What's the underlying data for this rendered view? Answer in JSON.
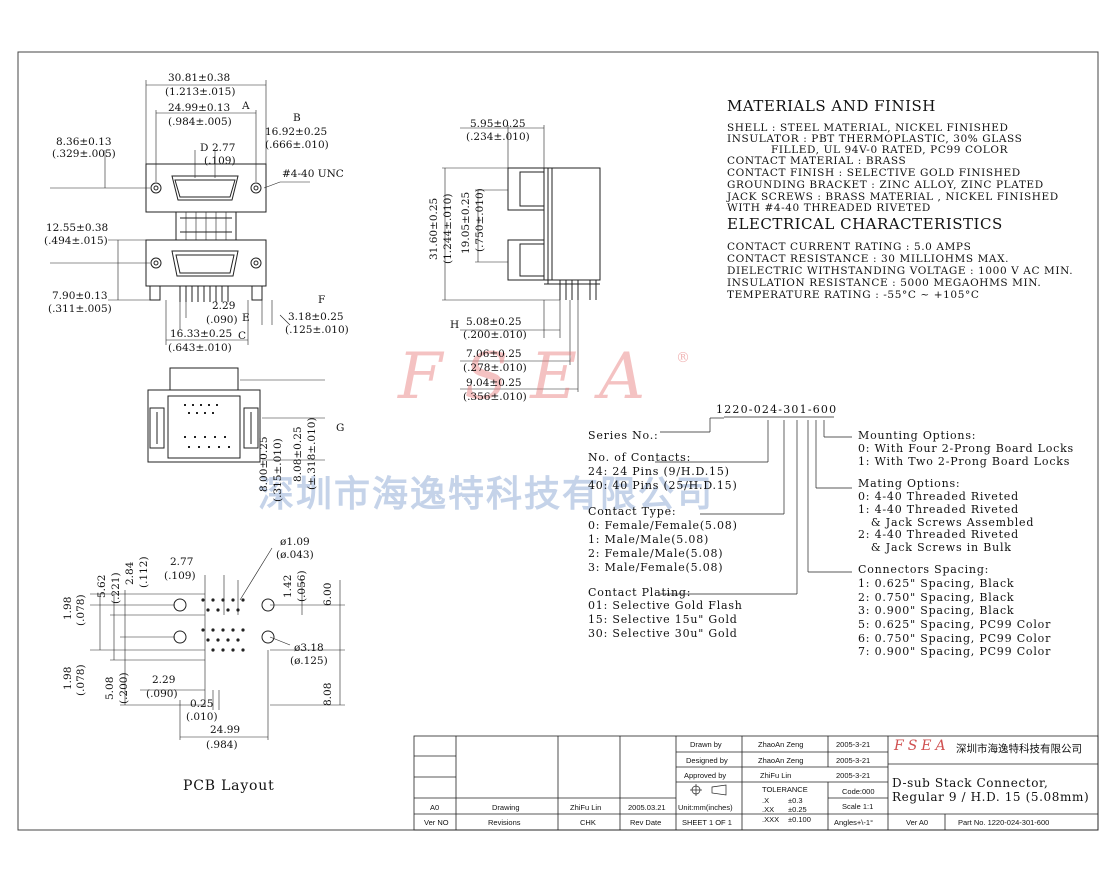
{
  "watermark": {
    "logo": "FSEA",
    "company": "深圳市海逸特科技有限公司",
    "registered": "®"
  },
  "dims": {
    "d1": "30.81±0.38",
    "d1b": "(1.213±.015)",
    "d2": "24.99±0.13",
    "d2b": "(.984±.005)",
    "labelA": "A",
    "labelB": "B",
    "d3": "16.92±0.25",
    "d3b": "(.666±.010)",
    "d4": "8.36±0.13",
    "d4b": "(.329±.005)",
    "labelD": "D",
    "d5": "2.77",
    "d5b": "(.109)",
    "d6": "#4-40 UNC",
    "d7": "12.55±0.38",
    "d7b": "(.494±.015)",
    "d8": "7.90±0.13",
    "d8b": "(.311±.005)",
    "d9": "2.29",
    "d9b": "(.090)",
    "labelE": "E",
    "d10": "16.33±0.25",
    "d10b": "(.643±.010)",
    "labelC": "C",
    "labelF": "F",
    "d11": "3.18±0.25",
    "d11b": "(.125±.010)",
    "d12": "8.00±0.25",
    "d12b": "(.315±.010)",
    "d13": "8.08±0.25",
    "d13b": "(±.318±.010)",
    "labelG": "G",
    "s1": "5.95±0.25",
    "s1b": "(.234±.010)",
    "s2": "31.60±0.25",
    "s2b": "(1.244±.010)",
    "s3": "19.05±0.25",
    "s3b": "(.750±.010)",
    "labelH": "H",
    "s4": "5.08±0.25",
    "s4b": "(.200±.010)",
    "s5": "7.06±0.25",
    "s5b": "(.278±.010)",
    "s6": "9.04±0.25",
    "s6b": "(.356±.010)"
  },
  "pcb": {
    "title": "PCB Layout",
    "p1": "2.77",
    "p1b": "(.109)",
    "p2": "2.84",
    "p2b": "(.112)",
    "p3": "5.62",
    "p3b": "(.221)",
    "p4": "1.98",
    "p4b": "(.078)",
    "p5": "ø1.09",
    "p5b": "(ø.043)",
    "p6": "1.42",
    "p6b": "(.056)",
    "p7": "6.00",
    "p8": "ø3.18",
    "p8b": "(ø.125)",
    "p9": "1.98",
    "p9b": "(.078)",
    "p10": "5.08",
    "p10b": "(.200)",
    "p11": "2.29",
    "p11b": "(.090)",
    "p12": "0.25",
    "p12b": "(.010)",
    "p13": "24.99",
    "p13b": "(.984)",
    "p14": "8.08"
  },
  "materials": {
    "title": "MATERIALS AND FINISH",
    "lines": [
      "SHELL : STEEL MATERIAL, NICKEL FINISHED",
      "INSULATOR : PBT THERMOPLASTIC, 30% GLASS",
      "FILLED, UL 94V-0 RATED, PC99 COLOR",
      "CONTACT MATERIAL :  BRASS",
      "CONTACT FINISH : SELECTIVE GOLD FINISHED",
      "GROUNDING BRACKET : ZINC ALLOY, ZINC PLATED",
      "JACK SCREWS : BRASS MATERIAL , NICKEL FINISHED",
      "WITH #4-40 THREADED RIVETED"
    ]
  },
  "electrical": {
    "title": "ELECTRICAL CHARACTERISTICS",
    "lines": [
      "CONTACT CURRENT RATING : 5.0 AMPS",
      "CONTACT RESISTANCE : 30 MILLIOHMS MAX.",
      "DIELECTRIC WITHSTANDING VOLTAGE : 1000 V AC MIN.",
      "INSULATION RESISTANCE : 5000 MEGAOHMS MIN.",
      "TEMPERATURE RATING : -55°C ~  +105°C"
    ]
  },
  "part_number": {
    "code": "1220-024-301-600",
    "series_label": "Series No.:",
    "contacts_title": "No. of Contacts:",
    "contacts": [
      "24: 24 Pins (9/H.D.15)",
      "40: 40 Pins (25/H.D.15)"
    ],
    "contact_type_title": "Contact Type:",
    "contact_types": [
      "0: Female/Female(5.08)",
      "1: Male/Male(5.08)",
      "2: Female/Male(5.08)",
      "3: Male/Female(5.08)"
    ],
    "plating_title": "Contact Plating:",
    "platings": [
      "01: Selective Gold Flash",
      "15: Selective 15u\" Gold",
      "30: Selective 30u\" Gold"
    ],
    "mounting_title": "Mounting Options:",
    "mountings": [
      "0: With Four 2-Prong Board Locks",
      "1: With Two 2-Prong Board Locks"
    ],
    "mating_title": "Mating Options:",
    "matings": [
      "0: 4-40 Threaded Riveted",
      "1: 4-40 Threaded Riveted",
      "   & Jack Screws Assembled",
      "2: 4-40 Threaded Riveted",
      "   & Jack Screws in Bulk"
    ],
    "spacing_title": "Connectors Spacing:",
    "spacings": [
      "1: 0.625\" Spacing, Black",
      "2: 0.750\" Spacing, Black",
      "3: 0.900\" Spacing, Black",
      "5: 0.625\" Spacing, PC99 Color",
      "6: 0.750\" Spacing, PC99 Color",
      "7: 0.900\" Spacing, PC99 Color"
    ]
  },
  "title_block": {
    "drawn_label": "Drawn  by",
    "drawn_name": "ZhaoAn Zeng",
    "drawn_date": "2005-3-21",
    "designed_label": "Designed by",
    "designed_name": "ZhaoAn Zeng",
    "designed_date": "2005-3-21",
    "approved_label": "Approved by",
    "approved_name": "ZhiFu Lin",
    "approved_date": "2005-3-21",
    "tolerance": "TOLERANCE",
    "code": "Code:000",
    "tol_x": ".X",
    "tol_x_v": "±0.3",
    "tol_xx": ".XX",
    "tol_xx_v": "±0.25",
    "tol_xxx": ".XXX",
    "tol_xxx_v": "±0.100",
    "scale": "Scale 1:1",
    "angles": "Angles+\\-1°",
    "units": "Unit:mm(inches)",
    "sheet": "SHEET 1 OF 1",
    "rev_a0": "A0",
    "rev_drawing": "Drawing",
    "rev_chk": "ZhiFu Lin",
    "rev_date": "2005.03.21",
    "h_ver": "Ver NO",
    "h_revisions": "Revisions",
    "h_chk": "CHK",
    "h_revdate": "Rev Date",
    "logo": "FSEA",
    "company": "深圳市海逸特科技有限公司",
    "title1": "D-sub Stack Connector,",
    "title2": "Regular 9 / H.D. 15 (5.08mm)",
    "ver": "Ver A0",
    "part_no": "Part No. 1220-024-301-600"
  }
}
